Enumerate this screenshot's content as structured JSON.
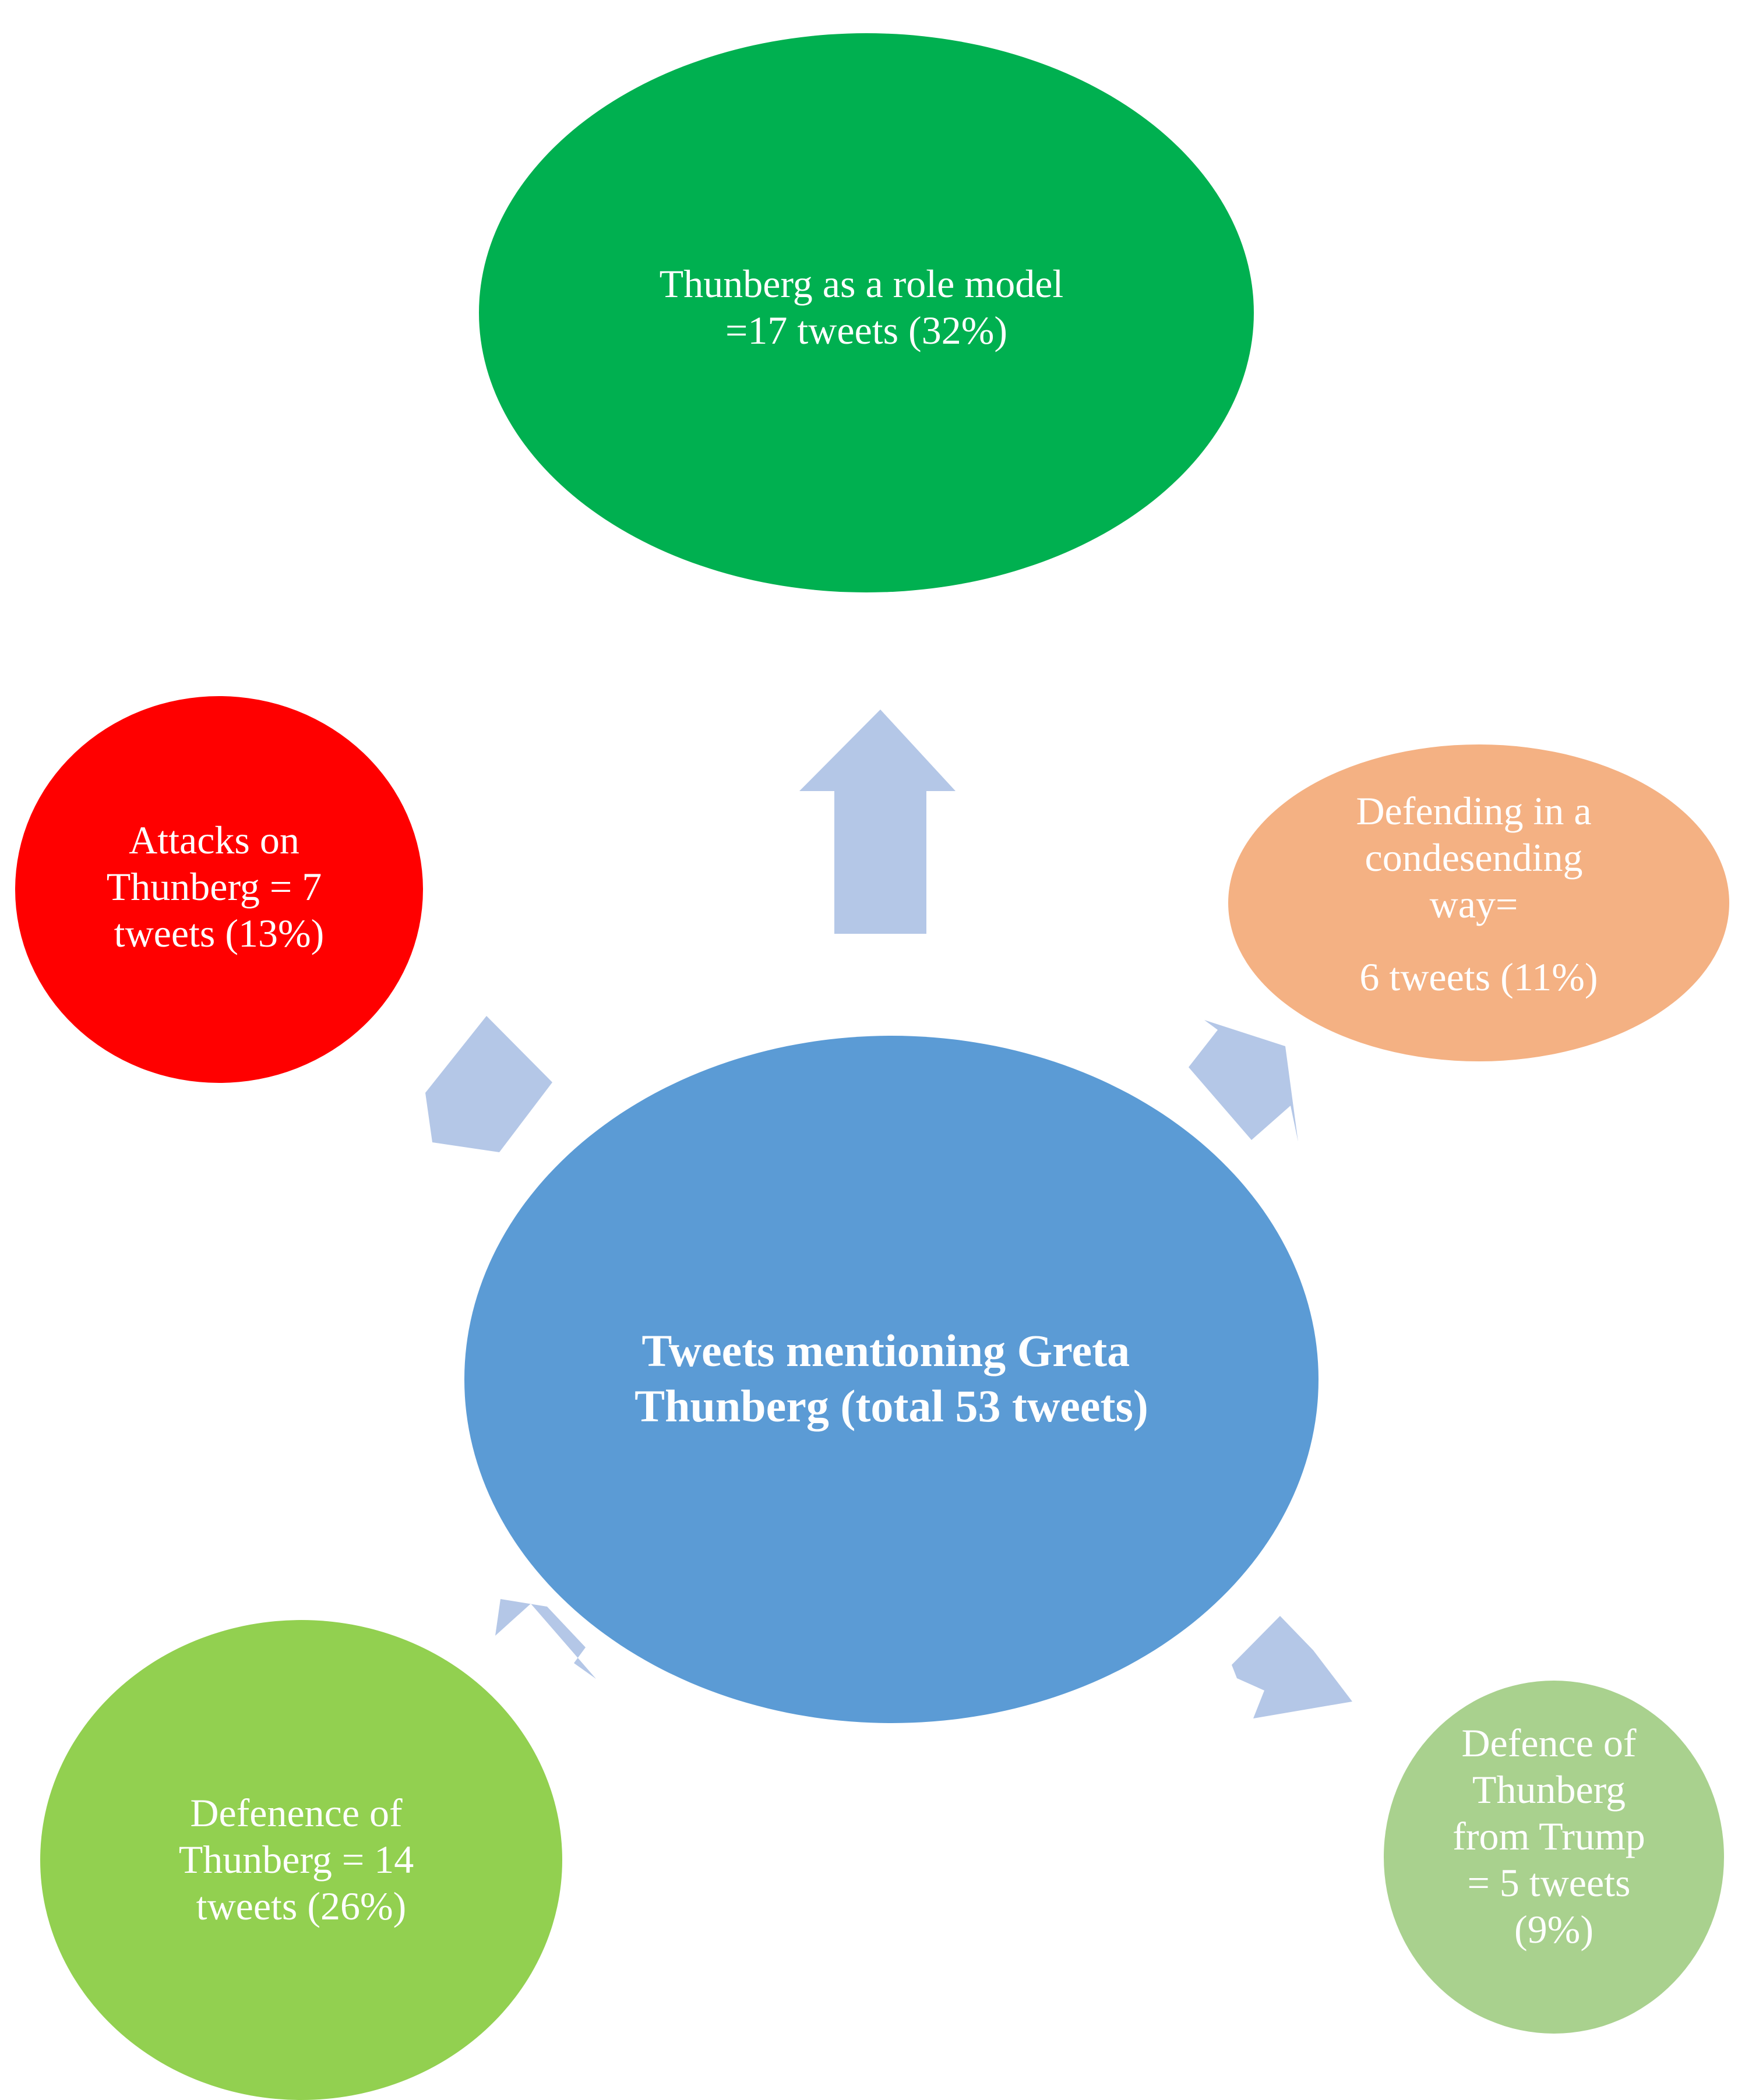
{
  "colors": {
    "center": "#5b9bd5",
    "arrow": "#b4c7e7",
    "role_model": "#00b050",
    "attacks": "#ff0000",
    "condescending": "#f4b183",
    "defence": "#92d050",
    "defence_trump": "#a9d18e",
    "text": "#ffffff"
  },
  "center": {
    "lines": [
      "Tweets mentioning Greta",
      "Thunberg (total 53 tweets)"
    ]
  },
  "role_model": {
    "lines": [
      "Thunberg as a role model",
      "=17 tweets (32%)"
    ]
  },
  "attacks": {
    "lines": [
      "Attacks on",
      "Thunberg = 7",
      "tweets (13%)"
    ]
  },
  "condescending": {
    "lines": [
      "Defending in a",
      "condesending",
      "way=",
      "6 tweets (11%)"
    ]
  },
  "defence": {
    "lines": [
      "Defenence of",
      "Thunberg = 14",
      "tweets (26%)"
    ]
  },
  "defence_trump": {
    "lines": [
      "Defence of",
      "Thunberg",
      "from Trump",
      "= 5 tweets",
      "(9%)"
    ]
  }
}
